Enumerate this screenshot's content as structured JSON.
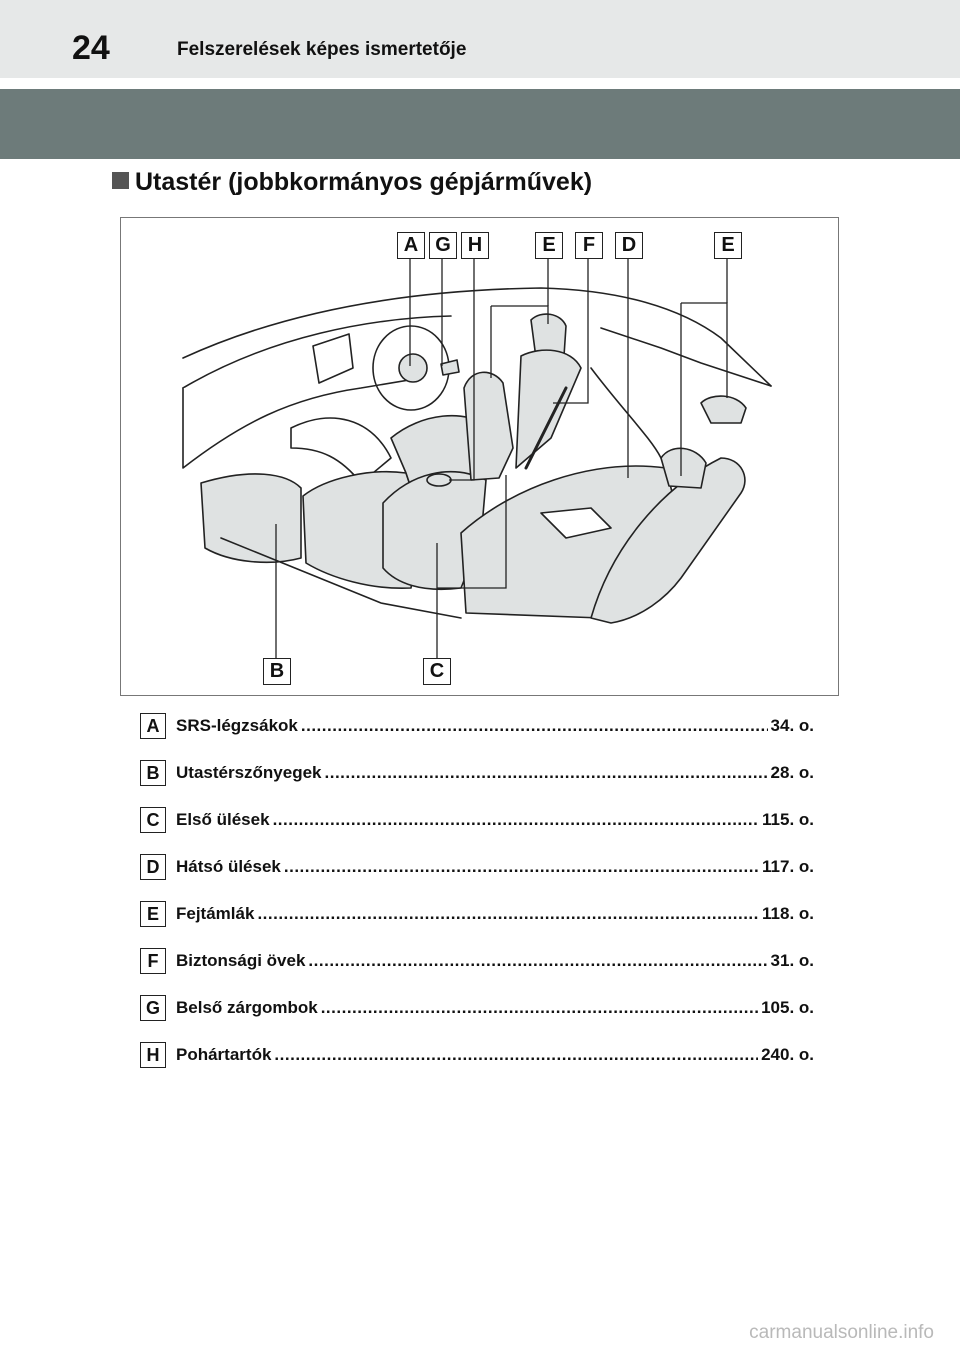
{
  "header": {
    "page_number": "24",
    "running_head": "Felszerelések képes ismertetője"
  },
  "section": {
    "title": "Utastér (jobbkormányos gépjárművek)"
  },
  "figure": {
    "top_labels": [
      "A",
      "G",
      "H",
      "E",
      "F",
      "D",
      "E"
    ],
    "bottom_labels": [
      "B",
      "C"
    ],
    "fill_color": "#dfe2e2",
    "line_color": "#222222"
  },
  "index": [
    {
      "letter": "A",
      "label": "SRS-légzsákok",
      "page": "34. o."
    },
    {
      "letter": "B",
      "label": "Utastérszőnyegek",
      "page": "28. o."
    },
    {
      "letter": "C",
      "label": "Első ülések",
      "page": "115. o."
    },
    {
      "letter": "D",
      "label": "Hátsó ülések",
      "page": "117. o."
    },
    {
      "letter": "E",
      "label": "Fejtámlák",
      "page": "118. o."
    },
    {
      "letter": "F",
      "label": "Biztonsági övek",
      "page": "31. o."
    },
    {
      "letter": "G",
      "label": "Belső zárgombok",
      "page": "105. o."
    },
    {
      "letter": "H",
      "label": "Pohártartók",
      "page": "240. o."
    }
  ],
  "footer": {
    "watermark": "carmanualsonline.info"
  },
  "colors": {
    "top_band": "#e6e8e8",
    "section_bar": "#6d7b7a",
    "fill": "#dfe2e2"
  }
}
